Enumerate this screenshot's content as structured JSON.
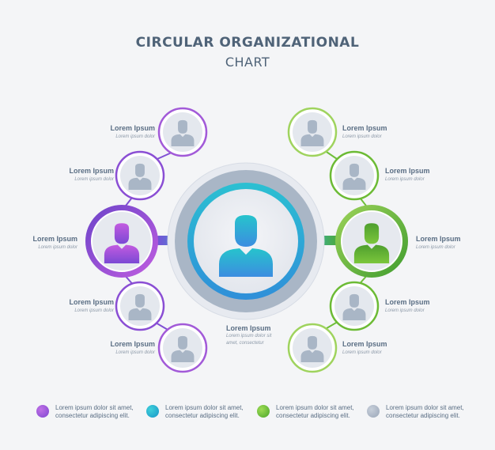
{
  "title": {
    "line1": "CIRCULAR ORGANIZATIONAL",
    "line2": "CHART"
  },
  "center": {
    "name": "Lorem Ipsum",
    "desc1": "Lorem ipsum dolor sit",
    "desc2": "amet, consectetur"
  },
  "nodes": {
    "purple_main": {
      "name": "Lorem Ipsum",
      "desc": "Lorem ipsum dolor"
    },
    "purple_1": {
      "name": "Lorem Ipsum",
      "desc": "Lorem ipsum dolor"
    },
    "purple_2": {
      "name": "Lorem Ipsum",
      "desc": "Lorem ipsum dolor"
    },
    "purple_3": {
      "name": "Lorem Ipsum",
      "desc": "Lorem ipsum dolor"
    },
    "purple_4": {
      "name": "Lorem Ipsum",
      "desc": "Lorem ipsum dolor"
    },
    "green_main": {
      "name": "Lorem Ipsum",
      "desc": "Lorem ipsum dolor"
    },
    "green_1": {
      "name": "Lorem Ipsum",
      "desc": "Lorem ipsum dolor"
    },
    "green_2": {
      "name": "Lorem Ipsum",
      "desc": "Lorem ipsum dolor"
    },
    "green_3": {
      "name": "Lorem Ipsum",
      "desc": "Lorem ipsum dolor"
    },
    "green_4": {
      "name": "Lorem Ipsum",
      "desc": "Lorem ipsum dolor"
    }
  },
  "legend": [
    {
      "line1": "Lorem ipsum dolor sit amet,",
      "line2": "consectetur adipiscing elit.",
      "color": "#9b4fd8"
    },
    {
      "line1": "Lorem ipsum dolor sit amet,",
      "line2": "consectetur adipiscing elit.",
      "color": "#1ab0cc"
    },
    {
      "line1": "Lorem ipsum dolor sit amet,",
      "line2": "consectetur adipiscing elit.",
      "color": "#5fb92e"
    },
    {
      "line1": "Lorem ipsum dolor sit amet,",
      "line2": "consectetur adipiscing elit.",
      "color": "#a9b4c4"
    }
  ],
  "colors": {
    "purple": "#8a49d1",
    "teal": "#1fb4c9",
    "green": "#5db52f",
    "gray": "#a9b4c4",
    "text": "#4f6378"
  }
}
